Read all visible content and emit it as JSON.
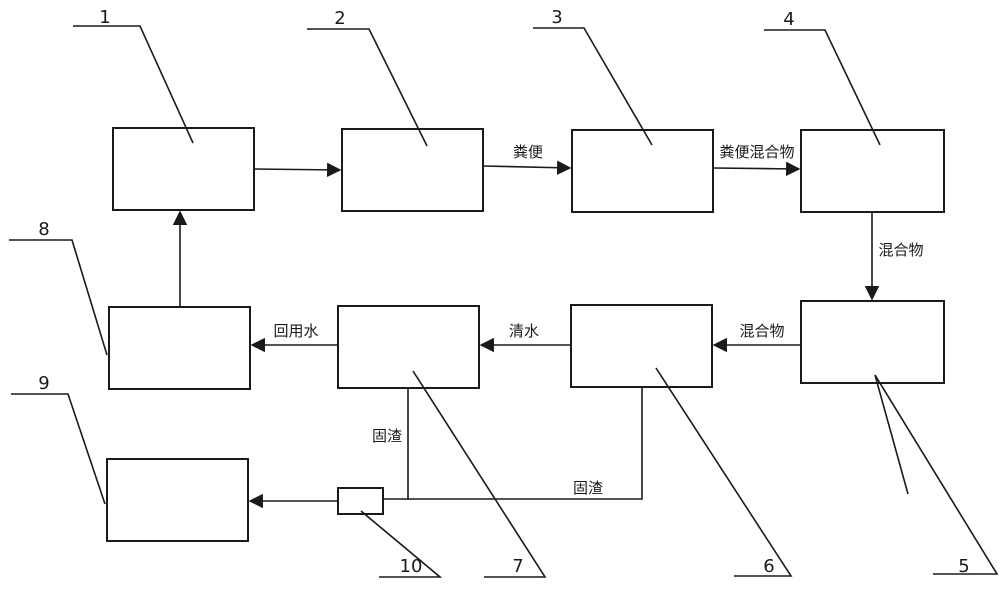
{
  "diagram": {
    "node_numbers": [
      "1",
      "2",
      "3",
      "4",
      "5",
      "6",
      "7",
      "8",
      "9",
      "10"
    ],
    "edge_labels": {
      "e2_3": "粪便",
      "e3_4": "粪便混合物",
      "e4_5": "混合物",
      "e5_6": "混合物",
      "e6_7": "清水",
      "e7_8": "回用水",
      "e7_slag": "固渣",
      "e6_slag": "固渣"
    },
    "colors": {
      "stroke": "#1a1a1a",
      "background": "#ffffff"
    }
  }
}
